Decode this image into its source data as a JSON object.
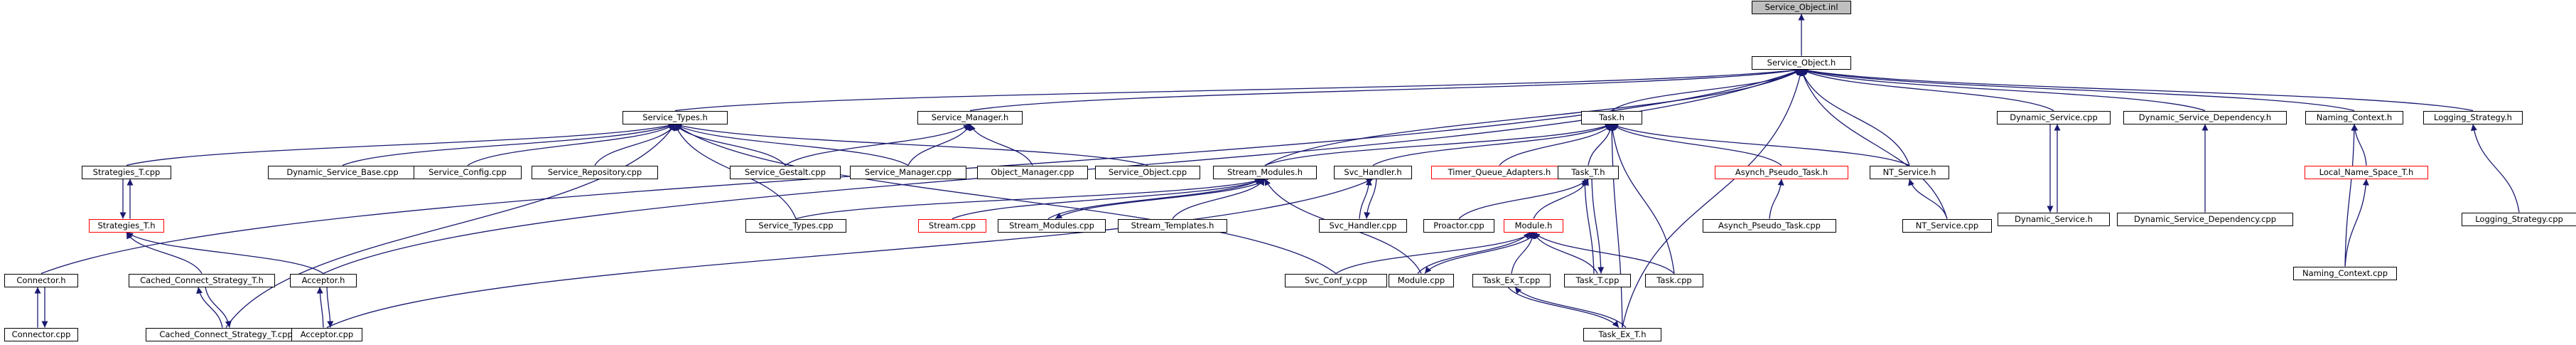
{
  "diagram": {
    "nodes": [
      {
        "id": "service_object_inl",
        "label": "Service_Object.inl",
        "style": "root"
      },
      {
        "id": "service_object_h",
        "label": "Service_Object.h"
      },
      {
        "id": "service_types_h",
        "label": "Service_Types.h"
      },
      {
        "id": "service_manager_h",
        "label": "Service_Manager.h"
      },
      {
        "id": "task_h",
        "label": "Task.h"
      },
      {
        "id": "dynamic_service_cpp",
        "label": "Dynamic_Service.cpp"
      },
      {
        "id": "dynamic_service_dependency_h",
        "label": "Dynamic_Service_Dependency.h"
      },
      {
        "id": "naming_context_h",
        "label": "Naming_Context.h"
      },
      {
        "id": "logging_strategy_h",
        "label": "Logging_Strategy.h"
      },
      {
        "id": "strategies_t_cpp",
        "label": "Strategies_T.cpp"
      },
      {
        "id": "dynamic_service_base_cpp",
        "label": "Dynamic_Service_Base.cpp"
      },
      {
        "id": "service_config_cpp",
        "label": "Service_Config.cpp"
      },
      {
        "id": "service_repository_cpp",
        "label": "Service_Repository.cpp"
      },
      {
        "id": "service_gestalt_cpp",
        "label": "Service_Gestalt.cpp"
      },
      {
        "id": "service_manager_cpp",
        "label": "Service_Manager.cpp"
      },
      {
        "id": "object_manager_cpp",
        "label": "Object_Manager.cpp"
      },
      {
        "id": "service_object_cpp",
        "label": "Service_Object.cpp"
      },
      {
        "id": "stream_modules_h",
        "label": "Stream_Modules.h"
      },
      {
        "id": "svc_handler_h",
        "label": "Svc_Handler.h"
      },
      {
        "id": "timer_queue_adapters_h",
        "label": "Timer_Queue_Adapters.h",
        "style": "red"
      },
      {
        "id": "task_t_h",
        "label": "Task_T.h"
      },
      {
        "id": "asynch_pseudo_task_h",
        "label": "Asynch_Pseudo_Task.h",
        "style": "red"
      },
      {
        "id": "nt_service_h",
        "label": "NT_Service.h"
      },
      {
        "id": "dynamic_service_h",
        "label": "Dynamic_Service.h"
      },
      {
        "id": "dynamic_service_dependency_cpp",
        "label": "Dynamic_Service_Dependency.cpp"
      },
      {
        "id": "local_name_space_t_h",
        "label": "Local_Name_Space_T.h",
        "style": "red"
      },
      {
        "id": "logging_strategy_cpp",
        "label": "Logging_Strategy.cpp"
      },
      {
        "id": "strategies_t_h",
        "label": "Strategies_T.h",
        "style": "red"
      },
      {
        "id": "service_types_cpp",
        "label": "Service_Types.cpp"
      },
      {
        "id": "stream_cpp",
        "label": "Stream.cpp",
        "style": "red"
      },
      {
        "id": "stream_modules_cpp",
        "label": "Stream_Modules.cpp"
      },
      {
        "id": "stream_templates_h",
        "label": "Stream_Templates.h"
      },
      {
        "id": "svc_handler_cpp",
        "label": "Svc_Handler.cpp"
      },
      {
        "id": "proactor_cpp",
        "label": "Proactor.cpp"
      },
      {
        "id": "module_h",
        "label": "Module.h",
        "style": "red"
      },
      {
        "id": "asynch_pseudo_task_cpp",
        "label": "Asynch_Pseudo_Task.cpp"
      },
      {
        "id": "nt_service_cpp",
        "label": "NT_Service.cpp"
      },
      {
        "id": "naming_context_cpp",
        "label": "Naming_Context.cpp"
      },
      {
        "id": "connector_h",
        "label": "Connector.h"
      },
      {
        "id": "cached_connect_strategy_t_h",
        "label": "Cached_Connect_Strategy_T.h"
      },
      {
        "id": "acceptor_h",
        "label": "Acceptor.h"
      },
      {
        "id": "svc_conf_y_cpp",
        "label": "Svc_Conf_y.cpp"
      },
      {
        "id": "module_cpp",
        "label": "Module.cpp"
      },
      {
        "id": "task_ex_t_cpp",
        "label": "Task_Ex_T.cpp"
      },
      {
        "id": "task_t_cpp",
        "label": "Task_T.cpp"
      },
      {
        "id": "task_cpp",
        "label": "Task.cpp"
      },
      {
        "id": "connector_cpp",
        "label": "Connector.cpp"
      },
      {
        "id": "cached_connect_strategy_t_cpp",
        "label": "Cached_Connect_Strategy_T.cpp"
      },
      {
        "id": "acceptor_cpp",
        "label": "Acceptor.cpp"
      },
      {
        "id": "task_ex_t_h",
        "label": "Task_Ex_T.h"
      }
    ],
    "edges": [
      [
        "service_object_h",
        "service_object_inl"
      ],
      [
        "service_types_h",
        "service_object_h"
      ],
      [
        "service_manager_h",
        "service_object_h"
      ],
      [
        "task_h",
        "service_object_h"
      ],
      [
        "dynamic_service_cpp",
        "service_object_h"
      ],
      [
        "dynamic_service_dependency_h",
        "service_object_h"
      ],
      [
        "naming_context_h",
        "service_object_h"
      ],
      [
        "logging_strategy_h",
        "service_object_h"
      ],
      [
        "connector_h",
        "service_object_h"
      ],
      [
        "acceptor_h",
        "service_object_h"
      ],
      [
        "stream_modules_h",
        "service_object_h"
      ],
      [
        "nt_service_h",
        "service_object_h"
      ],
      [
        "nt_service_cpp",
        "service_object_h"
      ],
      [
        "task_ex_t_h",
        "service_object_h"
      ],
      [
        "strategies_t_cpp",
        "service_types_h"
      ],
      [
        "dynamic_service_base_cpp",
        "service_types_h"
      ],
      [
        "service_config_cpp",
        "service_types_h"
      ],
      [
        "service_repository_cpp",
        "service_types_h"
      ],
      [
        "service_gestalt_cpp",
        "service_types_h"
      ],
      [
        "service_manager_cpp",
        "service_types_h"
      ],
      [
        "service_object_cpp",
        "service_types_h"
      ],
      [
        "service_types_cpp",
        "service_types_h"
      ],
      [
        "svc_conf_y_cpp",
        "service_types_h"
      ],
      [
        "cached_connect_strategy_t_cpp",
        "service_types_h"
      ],
      [
        "service_gestalt_cpp",
        "service_manager_h"
      ],
      [
        "service_manager_cpp",
        "service_manager_h"
      ],
      [
        "object_manager_cpp",
        "service_manager_h"
      ],
      [
        "stream_modules_h",
        "task_h"
      ],
      [
        "svc_handler_h",
        "task_h"
      ],
      [
        "timer_queue_adapters_h",
        "task_h"
      ],
      [
        "task_t_h",
        "task_h"
      ],
      [
        "asynch_pseudo_task_h",
        "task_h"
      ],
      [
        "nt_service_h",
        "task_h"
      ],
      [
        "task_cpp",
        "task_h"
      ],
      [
        "task_ex_t_h",
        "task_h"
      ],
      [
        "dynamic_service_h",
        "dynamic_service_cpp"
      ],
      [
        "dynamic_service_cpp",
        "dynamic_service_h"
      ],
      [
        "dynamic_service_dependency_cpp",
        "dynamic_service_dependency_h"
      ],
      [
        "local_name_space_t_h",
        "naming_context_h"
      ],
      [
        "naming_context_cpp",
        "naming_context_h"
      ],
      [
        "logging_strategy_cpp",
        "logging_strategy_h"
      ],
      [
        "strategies_t_h",
        "strategies_t_cpp"
      ],
      [
        "strategies_t_cpp",
        "strategies_t_h"
      ],
      [
        "service_types_cpp",
        "stream_modules_h"
      ],
      [
        "stream_cpp",
        "stream_modules_h"
      ],
      [
        "stream_modules_cpp",
        "stream_modules_h"
      ],
      [
        "stream_templates_h",
        "stream_modules_h"
      ],
      [
        "module_cpp",
        "stream_modules_h"
      ],
      [
        "stream_modules_h",
        "stream_modules_cpp"
      ],
      [
        "svc_handler_cpp",
        "svc_handler_h"
      ],
      [
        "acceptor_cpp",
        "svc_handler_h"
      ],
      [
        "svc_handler_h",
        "svc_handler_cpp"
      ],
      [
        "proactor_cpp",
        "task_t_h"
      ],
      [
        "module_h",
        "task_t_h"
      ],
      [
        "task_t_cpp",
        "task_t_h"
      ],
      [
        "task_t_h",
        "task_t_cpp"
      ],
      [
        "asynch_pseudo_task_cpp",
        "asynch_pseudo_task_h"
      ],
      [
        "nt_service_cpp",
        "nt_service_h"
      ],
      [
        "naming_context_cpp",
        "local_name_space_t_h"
      ],
      [
        "cached_connect_strategy_t_h",
        "strategies_t_h"
      ],
      [
        "acceptor_h",
        "strategies_t_h"
      ],
      [
        "svc_conf_y_cpp",
        "module_h"
      ],
      [
        "module_cpp",
        "module_h"
      ],
      [
        "task_ex_t_cpp",
        "module_h"
      ],
      [
        "task_t_cpp",
        "module_h"
      ],
      [
        "task_cpp",
        "module_h"
      ],
      [
        "module_h",
        "module_cpp"
      ],
      [
        "connector_cpp",
        "connector_h"
      ],
      [
        "connector_h",
        "connector_cpp"
      ],
      [
        "cached_connect_strategy_t_cpp",
        "cached_connect_strategy_t_h"
      ],
      [
        "cached_connect_strategy_t_h",
        "cached_connect_strategy_t_cpp"
      ],
      [
        "acceptor_cpp",
        "acceptor_h"
      ],
      [
        "acceptor_h",
        "acceptor_cpp"
      ],
      [
        "task_ex_t_h",
        "task_ex_t_cpp"
      ],
      [
        "task_ex_t_cpp",
        "task_ex_t_h"
      ]
    ]
  },
  "colors": {
    "edge": "#191970",
    "border": "#000000",
    "highlight_border": "#ff0000",
    "root_fill": "#bfbfbf"
  }
}
